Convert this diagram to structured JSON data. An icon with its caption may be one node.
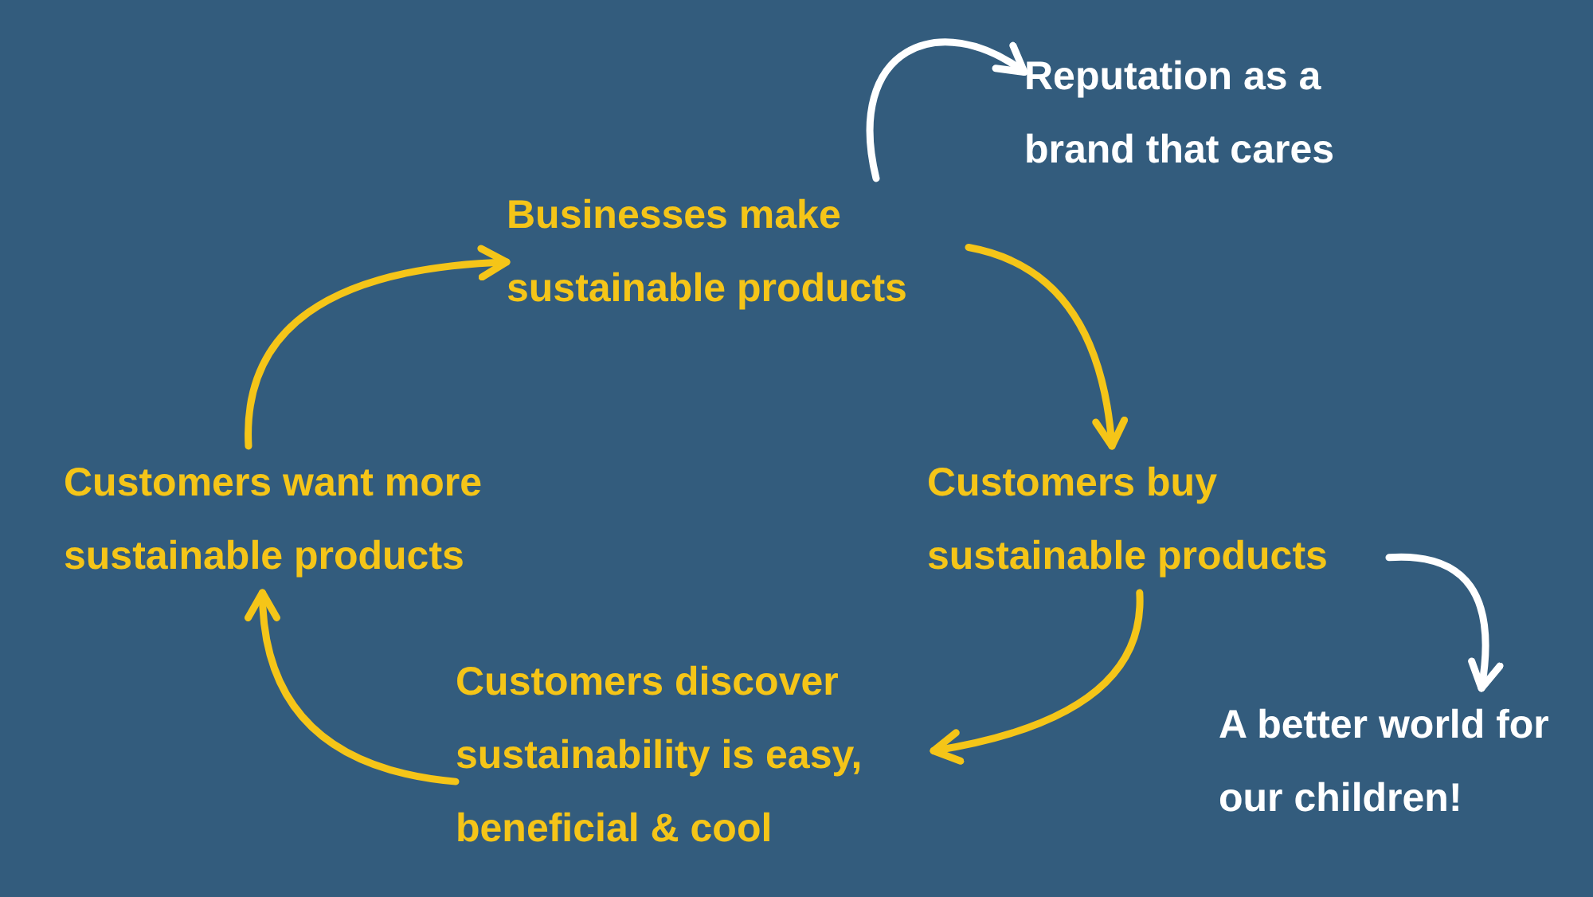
{
  "diagram": {
    "nodes": [
      {
        "text": [
          "Businesses make sustainable products"
        ]
      },
      {
        "text": [
          "Customers buy sustainable products"
        ]
      },
      {
        "text": [
          "Customers discover sustainability is easy, beneficial & cool"
        ]
      },
      {
        "text": [
          "Customers want more sustainable products"
        ]
      },
      {
        "text": [
          "Reputation as a brand that cares"
        ]
      },
      {
        "text": [
          "A better world for our children!"
        ]
      }
    ],
    "edges": [
      {
        "from": 0,
        "to": 1,
        "arrow": "to"
      },
      {
        "from": 1,
        "to": 2,
        "arrow": "to"
      },
      {
        "from": 2,
        "to": 3,
        "arrow": "to"
      },
      {
        "from": 3,
        "to": 0,
        "arrow": "to"
      },
      {
        "from": 0,
        "to": 4,
        "arrow": "to",
        "color": "#ffffff"
      },
      {
        "from": 1,
        "to": 5,
        "arrow": "to",
        "color": "#ffffff"
      }
    ]
  }
}
